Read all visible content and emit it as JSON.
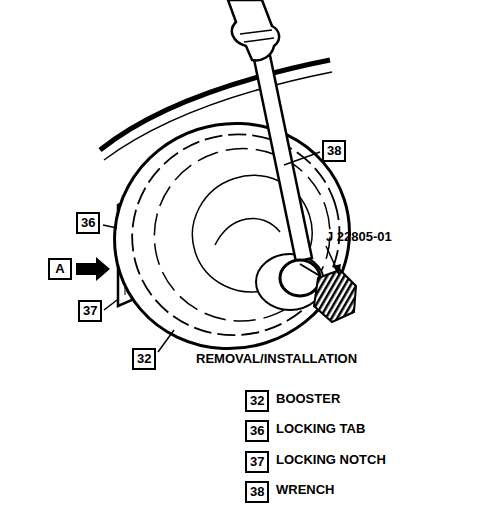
{
  "diagram": {
    "caption": "REMOVAL/INSTALLATION",
    "labels": [
      "38",
      "J 22805-01",
      "36",
      "A",
      "37",
      "32",
      "32",
      "BOOSTER",
      "36",
      "LOCKING TAB",
      "37",
      "LOCKING NOTCH",
      "38",
      "WRENCH"
    ]
  }
}
